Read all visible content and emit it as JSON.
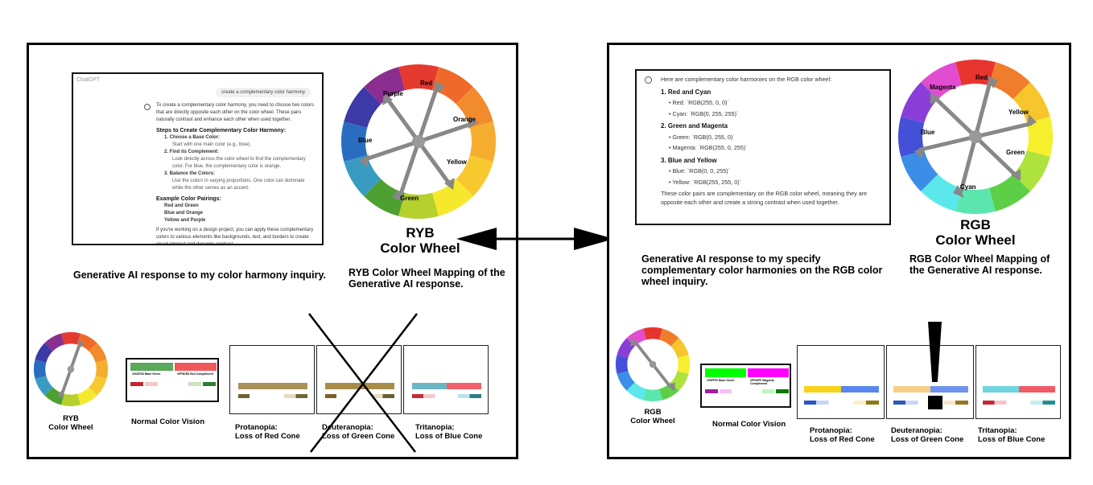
{
  "left_panel": {
    "chat": {
      "header": "ChatGPT",
      "prompt": "create a complementary color harmony",
      "intro": "To create a complementary color harmony, you need to choose two colors that are directly opposite each other on the color wheel. These pairs naturally contrast and enhance each other when used together.",
      "steps_heading": "Steps to Create Complementary Color Harmony:",
      "step1": "1.  Choose a Base Color:",
      "step1_detail": "Start with one main color (e.g., blue).",
      "step2": "2.  Find its Complement:",
      "step2_detail": "Look directly across the color wheel to find the complementary color. For blue, the complementary color is orange.",
      "step3": "3.  Balance the Colors:",
      "step3_detail": "Use the colors in varying proportions. One color can dominate while the other serves as an accent.",
      "pairings_heading": "Example Color Pairings:",
      "pair1": "Red and Green",
      "pair2": "Blue and Orange",
      "pair3": "Yellow and Purple",
      "outro": "If you're working on a design project, you can apply these complementary colors to various elements like backgrounds, text, and borders to create visual interest and dynamic contrast."
    },
    "wheel_labels": {
      "red": "Red",
      "purple": "Purple",
      "orange": "Orange",
      "blue": "Blue",
      "yellow": "Yellow",
      "green": "Green"
    },
    "wheel_title_1": "RYB",
    "wheel_title_2": "Color Wheel",
    "caption_chat": "Generative AI response to my color harmony inquiry.",
    "caption_wheel": "RYB Color Wheel Mapping of the Generative AI response.",
    "small_wheel_1": "RYB",
    "small_wheel_2": "Color Wheel",
    "normal_vision": "Normal Color Vision",
    "swatch_green": "#0C6F3D Base Green",
    "swatch_red": "#FF5D5D Red Complement",
    "prot_1": "Protanopia:",
    "prot_2": "Loss of Red Cone",
    "deut_1": "Deuteranopia:",
    "deut_2": "Loss of Green Cone",
    "trit_1": "Tritanopia:",
    "trit_2": "Loss of Blue Cone"
  },
  "right_panel": {
    "chat": {
      "intro": "Here are complementary color harmonies on the RGB color wheel:",
      "h1": "1. Red and Cyan",
      "h1a": "Red: `RGB(255, 0, 0)`",
      "h1b": "Cyan: `RGB(0, 255, 255)`",
      "h2": "2. Green and Magenta",
      "h2a": "Green: `RGB(0, 255, 0)`",
      "h2b": "Magenta: `RGB(255, 0, 255)`",
      "h3": "3. Blue and Yellow",
      "h3a": "Blue: `RGB(0, 0, 255)`",
      "h3b": "Yellow: `RGB(255, 255, 0)`",
      "outro": "These color pairs are complementary on the RGB color wheel, meaning they are opposite each other and create a strong contrast when used together."
    },
    "wheel_labels": {
      "magenta": "Magenta",
      "red": "Red",
      "yellow": "Yellow",
      "blue": "Blue",
      "green": "Green",
      "cyan": "Cyan"
    },
    "wheel_title_1": "RGB",
    "wheel_title_2": "Color Wheel",
    "caption_chat": "Generative AI response to my specify complementary color harmonies on the RGB color wheel inquiry.",
    "caption_wheel": "RGB Color Wheel Mapping of the Generative AI response.",
    "small_wheel_1": "RGB",
    "small_wheel_2": "Color Wheel",
    "normal_vision": "Normal Color Vision",
    "swatch_green": "#00FF00 Base Green",
    "swatch_magenta": "#FF00FF Magenta Complement",
    "prot_1": "Protanopia:",
    "prot_2": "Loss of Red Cone",
    "deut_1": "Deuteranopia:",
    "deut_2": "Loss of Green Cone",
    "trit_1": "Tritanopia:",
    "trit_2": "Loss of Blue Cone"
  }
}
